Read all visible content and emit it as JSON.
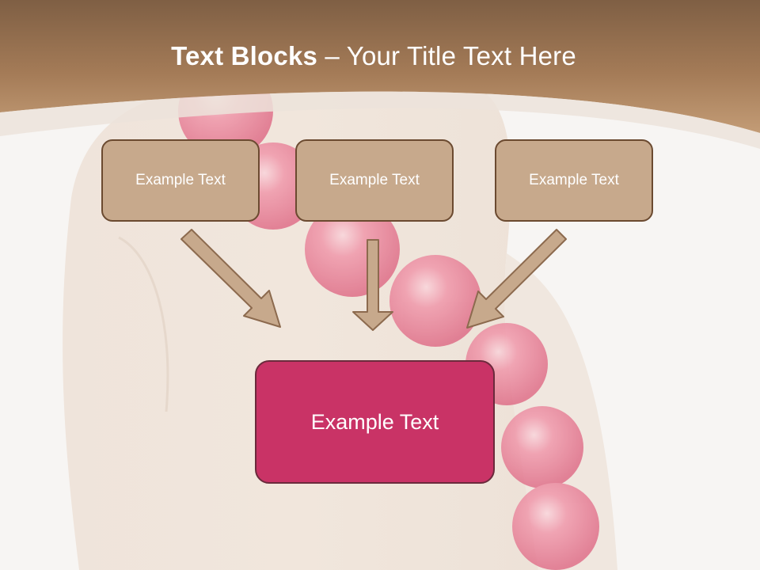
{
  "slide": {
    "title_bold": "Text Blocks",
    "title_rest": " – Your Title Text Here",
    "blocks": [
      {
        "label": "Example Text"
      },
      {
        "label": "Example Text"
      },
      {
        "label": "Example Text"
      }
    ],
    "center_block": {
      "label": "Example Text"
    }
  },
  "colors": {
    "header_band": "#a57c58",
    "header_band_light": "#c09a74",
    "small_box_fill": "#c7a98c",
    "small_box_border": "#6b4a30",
    "center_box_fill": "#c93366",
    "center_box_border": "#6b2a3c",
    "arrow_fill": "#c7a98c",
    "arrow_stroke": "#8c6a4e",
    "bead": "#e8607e",
    "background": "#f7f5f3"
  }
}
